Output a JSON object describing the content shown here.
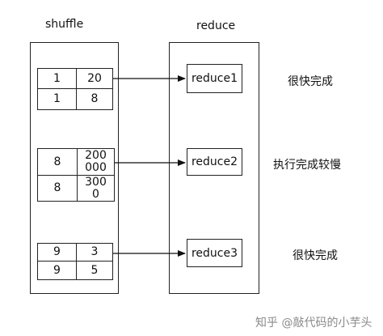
{
  "diagram": {
    "shuffle_label": "shuffle",
    "reduce_label": "reduce",
    "groups": [
      {
        "rows": [
          [
            "1",
            "20"
          ],
          [
            "1",
            "8"
          ]
        ]
      },
      {
        "rows": [
          [
            "8",
            "200000"
          ],
          [
            "8",
            "3000"
          ]
        ]
      },
      {
        "rows": [
          [
            "9",
            "3"
          ],
          [
            "9",
            "5"
          ]
        ]
      }
    ],
    "reducers": [
      "reduce1",
      "reduce2",
      "reduce3"
    ],
    "notes": [
      "很快完成",
      "执行完成较慢",
      "很快完成"
    ],
    "watermark": "知乎 @敲代码的小芋头"
  }
}
